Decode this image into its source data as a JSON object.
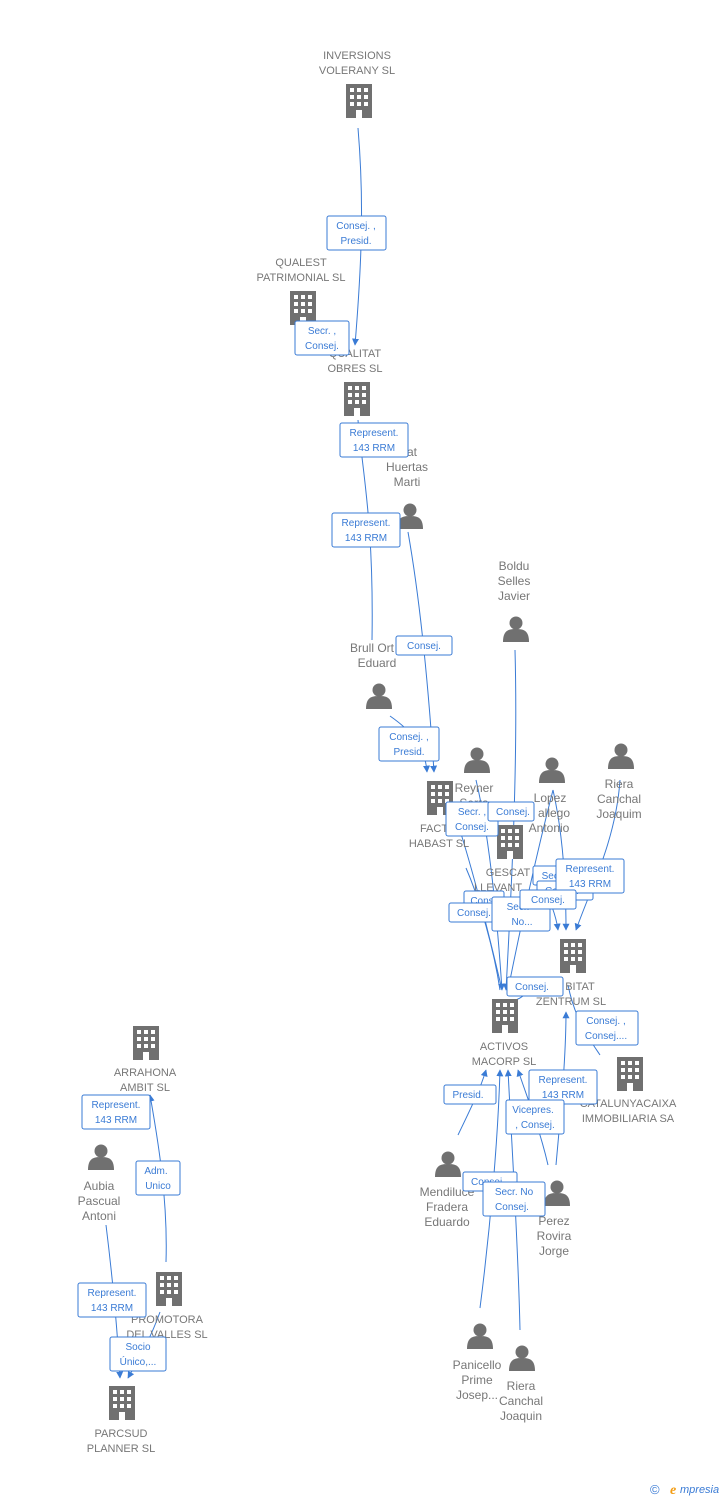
{
  "companies": {
    "inversions": [
      "INVERSIONS",
      "VOLERANY SL"
    ],
    "qualest": [
      "QUALEST",
      "PATRIMONIAL SL"
    ],
    "qualitat": [
      "QUALITAT",
      "OBRES SL"
    ],
    "factor": [
      "FACT",
      "HABAST SL"
    ],
    "gescat": [
      "GESCAT",
      "LLEVANT"
    ],
    "habitat": [
      "BITAT",
      "ZENTRUM SL"
    ],
    "activos": [
      "ACTIVOS",
      "MACORP SL"
    ],
    "catalunya": [
      "CATALUNYACAIXA",
      "IMMOBILIARIA SA"
    ],
    "arrahona": [
      "ARRAHONA",
      "AMBIT  SL"
    ],
    "promotora": [
      "PROMOTORA",
      "DEL VALLES SL"
    ],
    "parcsud": [
      "PARCSUD",
      "PLANNER SL"
    ]
  },
  "persons": {
    "huertas": [
      "at",
      "Huertas",
      "Marti"
    ],
    "boldu": [
      "Boldu",
      "Selles",
      "Javier"
    ],
    "brull": [
      "Brull Ort",
      "Eduard"
    ],
    "reyner": [
      "Reyner",
      "Serra"
    ],
    "lopez": [
      "Lopez",
      "allego",
      "Antonio"
    ],
    "riera1": [
      "Riera",
      "Canchal",
      "Joaquim"
    ],
    "mendiluce": [
      "Mendiluce",
      "Fradera",
      "Eduardo"
    ],
    "perez": [
      "Perez",
      "Rovira",
      "Jorge"
    ],
    "panicello": [
      "Panicello",
      "Prime",
      "Josep..."
    ],
    "riera2": [
      "Riera",
      "Canchal",
      "Joaquin"
    ],
    "aubia": [
      "Aubia",
      "Pascual",
      "Antoni"
    ]
  },
  "relations": {
    "r01": [
      "Consej. ,",
      "Presid."
    ],
    "r02": [
      "Secr. ,",
      "Consej."
    ],
    "r03": [
      "Represent.",
      "143 RRM"
    ],
    "r04": [
      "Represent.",
      "143 RRM"
    ],
    "r05": [
      "Consej."
    ],
    "r06": [
      "Consej. ,",
      "Presid."
    ],
    "r07": [
      "Secr. ,",
      "Consej."
    ],
    "r08": [
      "Consej."
    ],
    "r09": [
      "Secr."
    ],
    "r10": [
      "Consej."
    ],
    "r11": [
      "Represent.",
      "143 RRM"
    ],
    "r12": [
      "Cons"
    ],
    "r13": [
      "Consej."
    ],
    "r14": [
      "Secr.",
      "No..."
    ],
    "r15": [
      "Consej."
    ],
    "r16": [
      "Consej. ,",
      "Consej...."
    ],
    "r17": [
      "Presid."
    ],
    "r18": [
      "Represent.",
      "143 RRM"
    ],
    "r19": [
      "Vicepres.",
      ", Consej."
    ],
    "r20": [
      "Consej."
    ],
    "r21": [
      "Secr.  No",
      "Consej."
    ],
    "r22": [
      "Represent.",
      "143 RRM"
    ],
    "r23": [
      "Adm.",
      "Unico"
    ],
    "r24": [
      "Represent.",
      "143 RRM"
    ],
    "r25": [
      "Socio",
      "Único,..."
    ]
  },
  "footer": {
    "copyright": "©",
    "brand_initial": "e",
    "brand_rest": "mpresia"
  }
}
